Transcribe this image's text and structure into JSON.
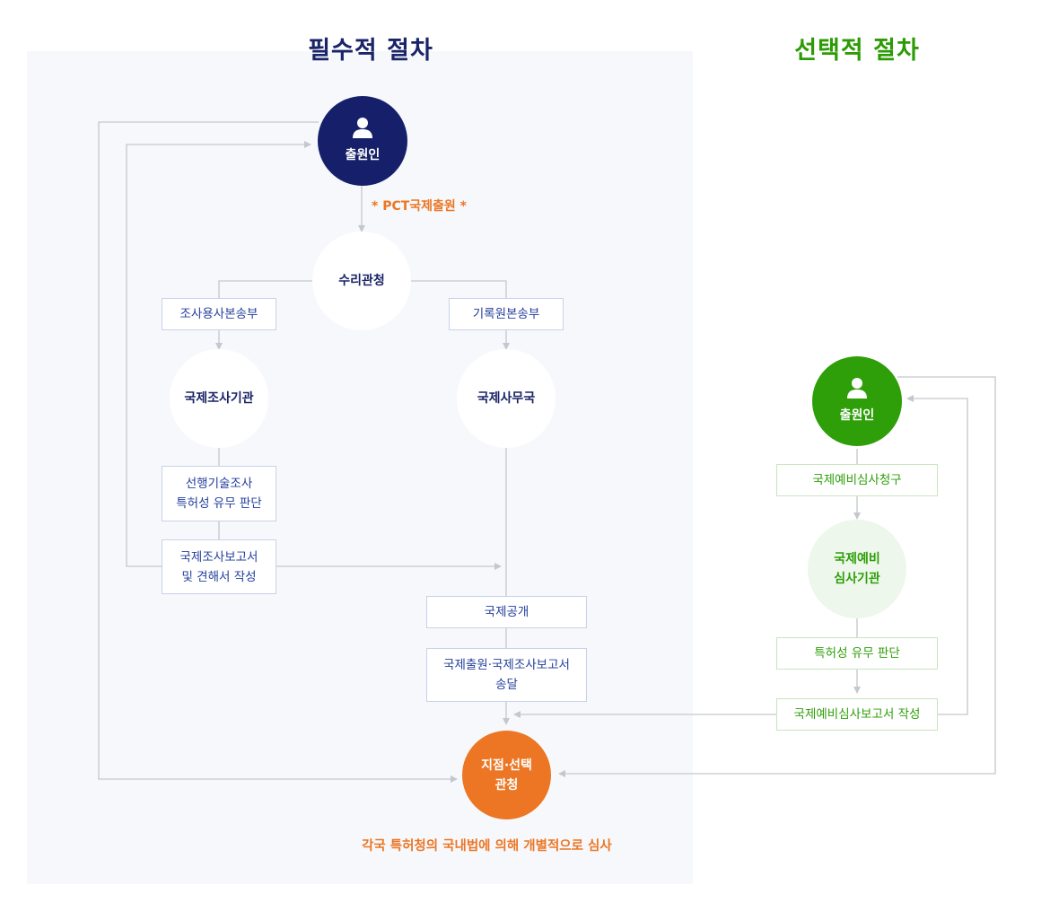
{
  "titles": {
    "required": "필수적 절차",
    "optional": "선택적 절차"
  },
  "nodes": {
    "applicant_main": "출원인",
    "pct_note": "* PCT국제출원 *",
    "receiving_office": "수리관청",
    "search_copy": "조사용사본송부",
    "record_copy": "기록원본송부",
    "search_authority": "국제조사기관",
    "intl_bureau": "국제사무국",
    "prior_art_line1": "선행기술조사",
    "prior_art_line2": "특허성 유무 판단",
    "search_report_line1": "국제조사보고서",
    "search_report_line2": "및 견해서 작성",
    "publication": "국제공개",
    "transmit_line1": "국제출원·국제조사보고서",
    "transmit_line2": "송달",
    "designated_line1": "지점·선택",
    "designated_line2": "관청",
    "bottom_note": "각국 특허청의 국내법에 의해 개별적으로 심사",
    "applicant_optional": "출원인",
    "prelim_request": "국제예비심사청구",
    "prelim_authority_line1": "국제예비",
    "prelim_authority_line2": "심사기관",
    "patentability": "특허성 유무 판단",
    "prelim_report": "국제예비심사보고서 작성"
  },
  "colors": {
    "navy": "#16206a",
    "green": "#2e9f08",
    "orange": "#ec7624",
    "connector": "#c4c7cd"
  }
}
